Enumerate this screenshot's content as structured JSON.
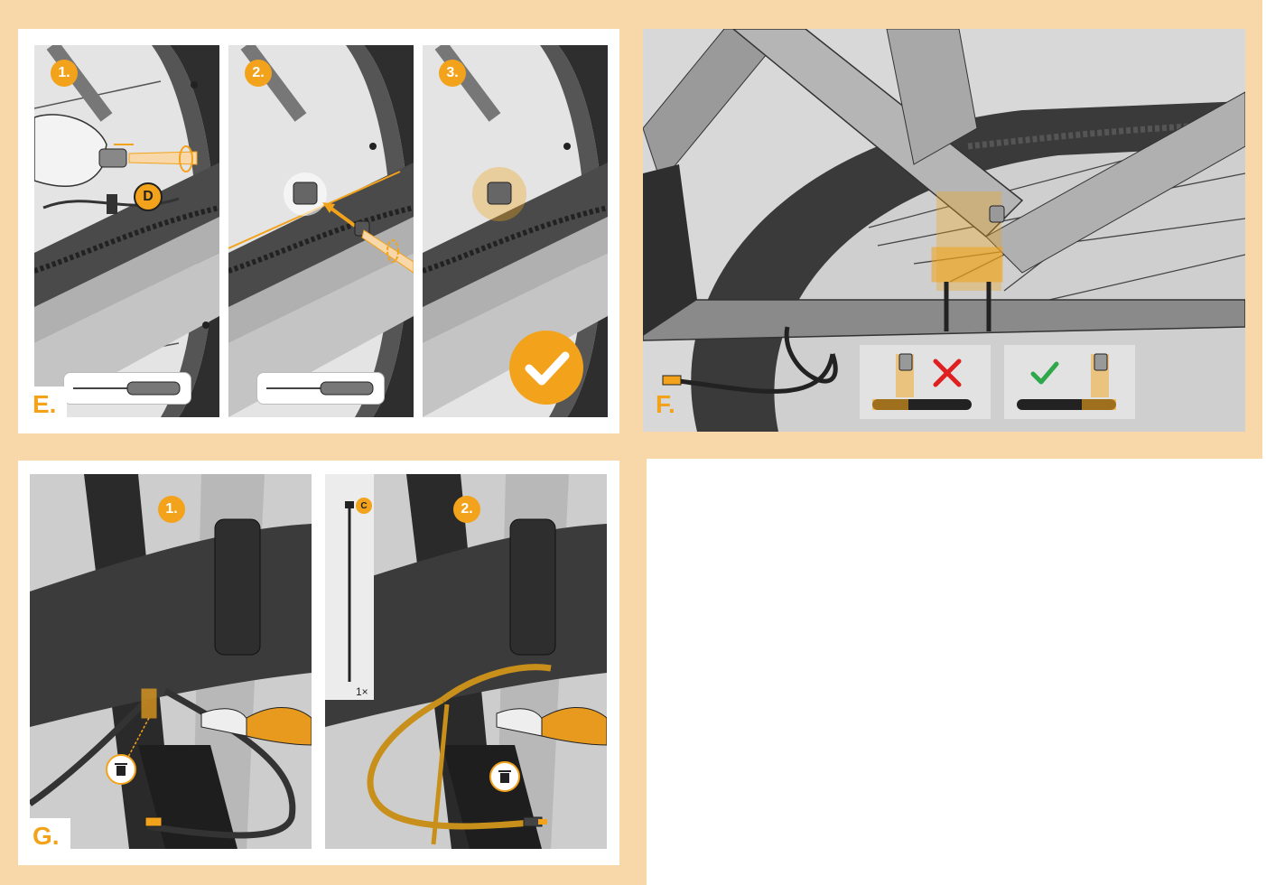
{
  "section_e": {
    "letter": "E.",
    "steps": [
      "1.",
      "2.",
      "3."
    ],
    "part_label": "D",
    "tool_icon": "screwdriver-icon",
    "done_icon": "checkmark-icon"
  },
  "section_f": {
    "letter": "F.",
    "wrong_icon": "cross-icon",
    "right_icon": "check-icon"
  },
  "section_g": {
    "letter": "G.",
    "steps": [
      "1.",
      "2."
    ],
    "part_label": "C",
    "quantity": "1×",
    "dispose_icon": "trash-bin-icon",
    "tool_icon": "side-cutter-icon"
  },
  "colors": {
    "accent": "#f2a31b",
    "band": "#f8d7a9",
    "wrong": "#e02020",
    "right": "#2ea84a"
  }
}
